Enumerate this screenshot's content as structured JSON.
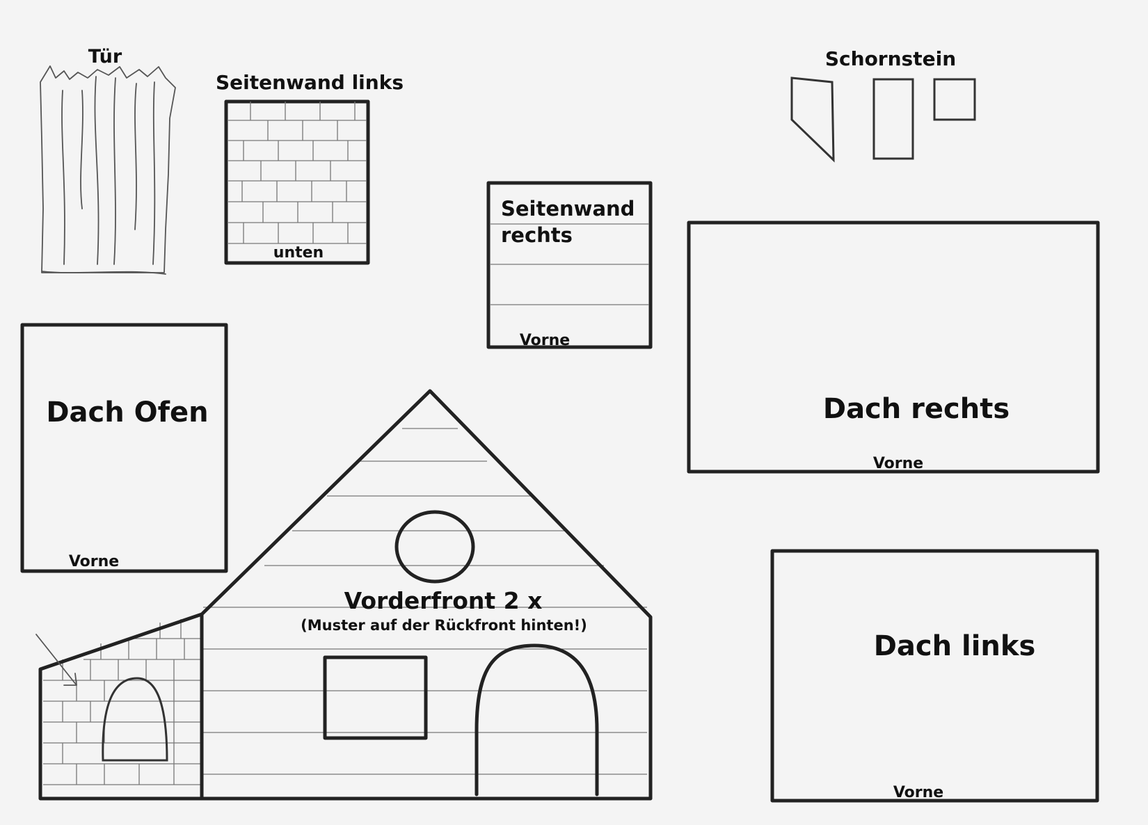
{
  "labels": {
    "door": "Tür",
    "left_wall": "Seitenwand links",
    "left_wall_bottom": "unten",
    "chimney": "Schornstein",
    "right_wall_line1": "Seitenwand",
    "right_wall_line2": "rechts",
    "right_wall_front": "Vorne",
    "roof_right": "Dach rechts",
    "roof_right_front": "Vorne",
    "roof_oven": "Dach Ofen",
    "roof_oven_front": "Vorne",
    "front_title": "Vorderfront 2 x",
    "front_subtitle": "(Muster auf der Rückfront hinten!)",
    "roof_left": "Dach links",
    "roof_left_front": "Vorne"
  }
}
